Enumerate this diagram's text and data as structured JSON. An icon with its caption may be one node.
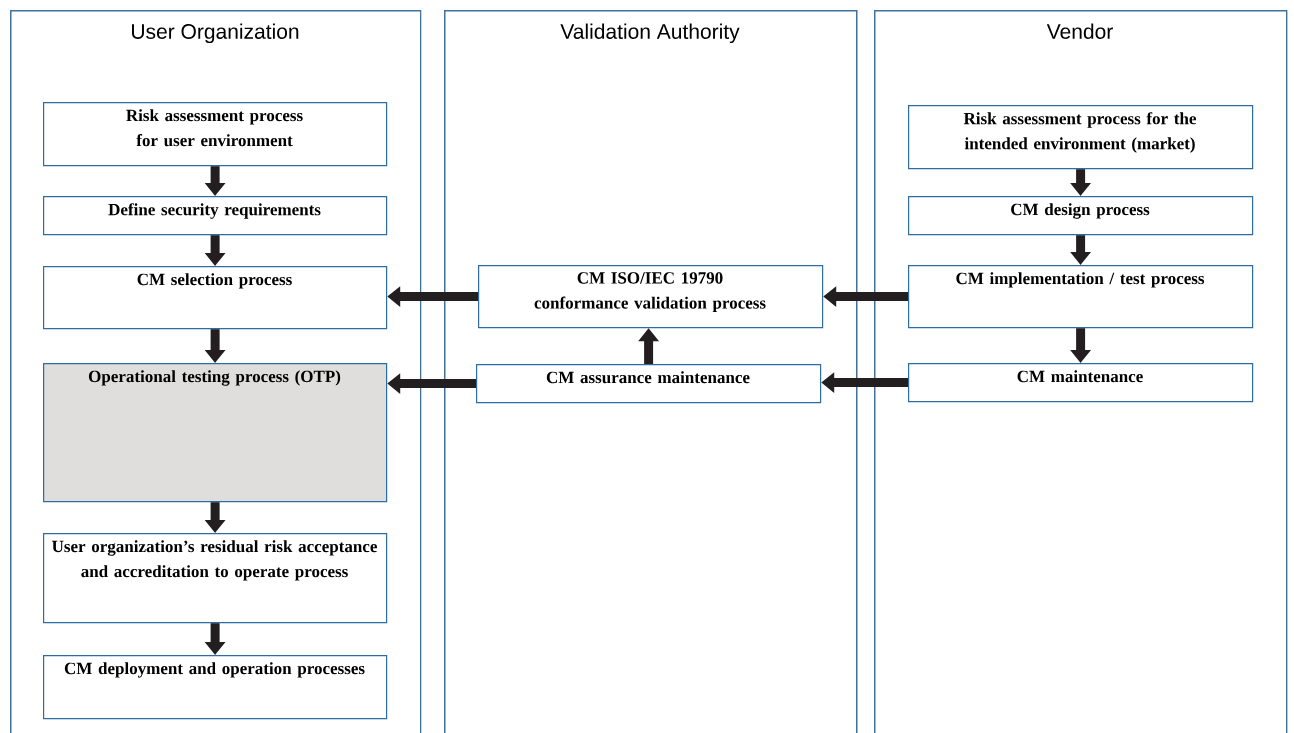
{
  "diagram": {
    "nodes": [
      {
        "text": [
          "User Organization"
        ]
      },
      {
        "text": [
          "Validation Authority"
        ]
      },
      {
        "text": [
          "Vendor"
        ]
      },
      {
        "text": [
          "Risk assessment process for user environment"
        ],
        "in": 0
      },
      {
        "text": [
          "Define security requirements"
        ],
        "in": 0
      },
      {
        "text": [
          "CM selection process"
        ],
        "in": 0
      },
      {
        "text": [
          "Operational testing process (OTP)"
        ],
        "in": 0
      },
      {
        "text": [
          "User organization’s residual risk acceptance and accreditation to operate process"
        ],
        "in": 0
      },
      {
        "text": [
          "CM deployment and operation processes"
        ],
        "in": 0
      },
      {
        "text": [
          "CM ISO/IEC 19790 conformance validation process"
        ],
        "in": 1
      },
      {
        "text": [
          "CM assurance maintenance"
        ],
        "in": 1
      },
      {
        "text": [
          "Risk assessment process for the intended environment (market)"
        ],
        "in": 2
      },
      {
        "text": [
          "CM design process"
        ],
        "in": 2
      },
      {
        "text": [
          "CM implementation / test process"
        ],
        "in": 2
      },
      {
        "text": [
          "CM maintenance"
        ],
        "in": 2
      }
    ],
    "edges": [
      {
        "from": 3,
        "to": 4,
        "arrow": "to"
      },
      {
        "from": 4,
        "to": 5,
        "arrow": "to"
      },
      {
        "from": 5,
        "to": 6,
        "arrow": "to"
      },
      {
        "from": 6,
        "to": 7,
        "arrow": "to"
      },
      {
        "from": 7,
        "to": 8,
        "arrow": "to"
      },
      {
        "from": 11,
        "to": 12,
        "arrow": "to"
      },
      {
        "from": 12,
        "to": 13,
        "arrow": "to"
      },
      {
        "from": 13,
        "to": 14,
        "arrow": "to"
      },
      {
        "from": 13,
        "to": 9,
        "arrow": "to"
      },
      {
        "from": 9,
        "to": 5,
        "arrow": "to"
      },
      {
        "from": 14,
        "to": 10,
        "arrow": "to"
      },
      {
        "from": 10,
        "to": 6,
        "arrow": "to"
      },
      {
        "from": 10,
        "to": 9,
        "arrow": "to"
      }
    ]
  }
}
